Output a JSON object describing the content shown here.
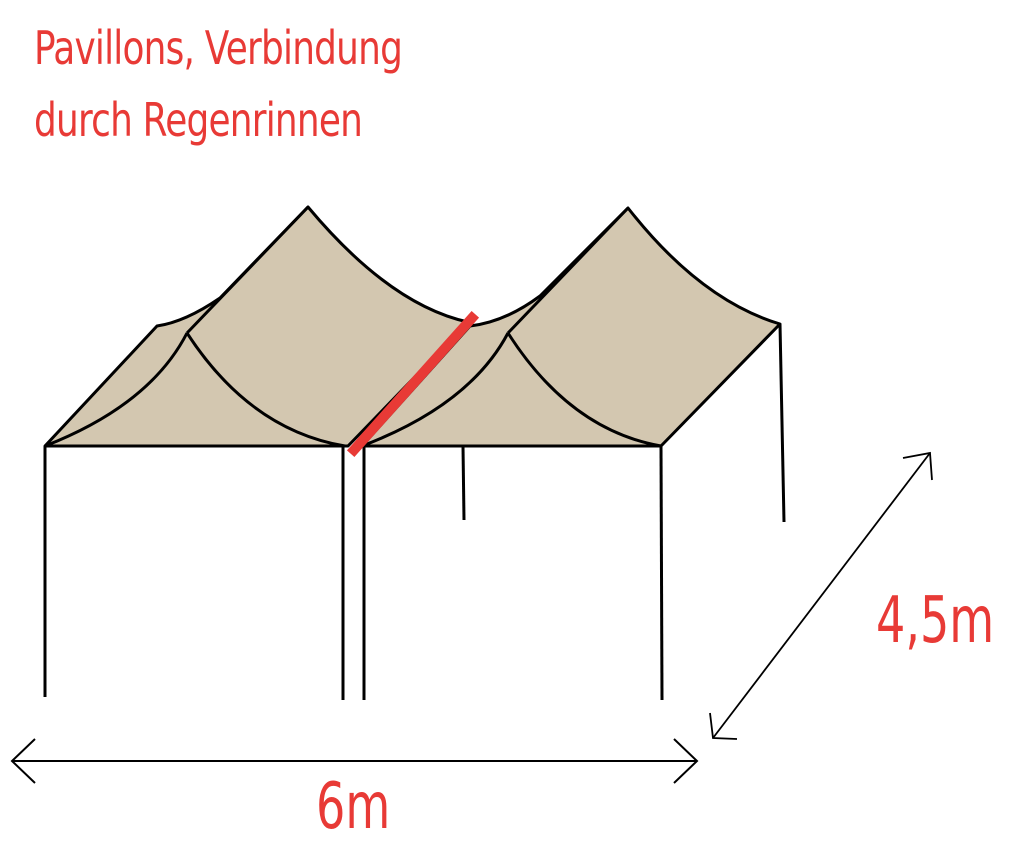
{
  "title": {
    "line1": "Pavillons, Verbindung",
    "line2": "durch Regenrinnen"
  },
  "dimensions": {
    "depth_label": "4,5m",
    "width_label": "6m"
  },
  "colors": {
    "canopy": "#d3c7b0",
    "outline": "#000000",
    "gutter": "#e83a36",
    "text": "#e83a36"
  },
  "elements": {
    "pavilions": [
      "left-pavilion",
      "right-pavilion"
    ],
    "connector": "rain-gutter"
  }
}
